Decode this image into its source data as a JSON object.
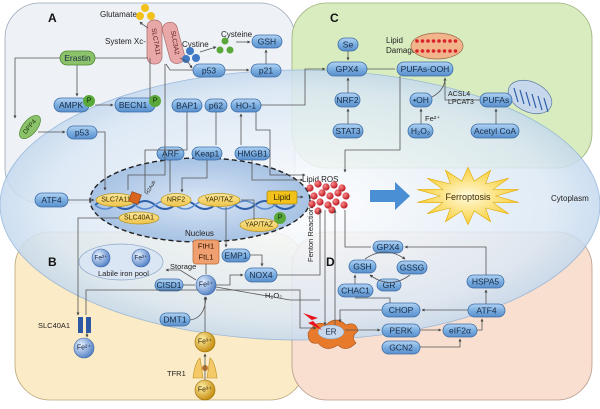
{
  "title": "Ferroptosis regulatory pathways",
  "panels": {
    "A": "A",
    "B": "B",
    "C": "C",
    "D": "D"
  },
  "regions": {
    "cytoplasm": "Cytoplasm",
    "nucleus": "Nucleus",
    "labile_iron_pool": "Labile iron pool",
    "storage": "Storage",
    "lipid_damage": "Lipid Damage",
    "lipid_ros": "Lipid ROS",
    "fenton_reaction": "Fenton Reaction",
    "ferroptosis": "Ferroptosis"
  },
  "panel_a": {
    "glutamate": "Glutamate",
    "system_xc": "System Xc-",
    "slc7a11": "SLC7A11",
    "slc3a2": "SLC3A2",
    "cystine": "Cystine",
    "cysteine": "Cysteine",
    "gsh": "GSH",
    "erastin": "Erastin",
    "ampk": "AMPK",
    "becn1": "BECN1",
    "p53_top": "p53",
    "p21": "p21",
    "bap1": "BAP1",
    "p62": "p62",
    "ho1": "HO-1",
    "dpp4": "DPP4",
    "p53": "p53",
    "arf": "ARF",
    "keap1": "Keap1",
    "hmgb1": "HMGB1",
    "phospho": "P"
  },
  "nucleus": {
    "atf4": "ATF4",
    "slc7a11": "SLC7A11",
    "h2aub": "H2Aub",
    "nrf2": "NRF2",
    "yap_taz": "YAP/TAZ",
    "slc40a1": "SLC40A1",
    "yap_taz_p": "YAP/TAZ",
    "lipid": "Lipid"
  },
  "panel_c": {
    "se": "Se",
    "gpx4": "GPX4",
    "pufas_ooh": "PUFAs-OOH",
    "nrf2": "NRF2",
    "stat3": "STAT3",
    "oh": "•OH",
    "fe2": "Fe²⁺",
    "h2o2": "H₂O₂",
    "acsl4": "ACSL4",
    "lpcat3": "LPCAT3",
    "pufas": "PUFAs",
    "acetyl_coa": "Acetyl CoA"
  },
  "panel_b": {
    "fe2_pool_1": "Fe²⁺",
    "fe2_pool_2": "Fe²⁺",
    "fth1": "FtH1",
    "ftl1": "FtL1",
    "emp1": "EMP1",
    "cisd1": "CISD1",
    "fe2_center": "Fe²⁺",
    "nox4": "NOX4",
    "h2o2": "H₂O₂",
    "dmt1": "DMT1",
    "fe3_inner": "Fe³⁺",
    "tfr1": "TFR1",
    "fe3_outer": "Fe³⁺",
    "slc40a1": "SLC40A1",
    "fe2_out": "Fe²⁺"
  },
  "panel_d": {
    "gpx4": "GPX4",
    "gsh": "GSH",
    "gssg": "GSSG",
    "gr": "GR",
    "chac1": "CHAC1",
    "chop": "CHOP",
    "er": "ER",
    "perk": "PERK",
    "gcn2": "GCN2",
    "eif2a": "eIF2α",
    "atf4": "ATF4",
    "hspa5": "HSPA5"
  },
  "colors": {
    "panel_a_bg": "#eef1f6",
    "panel_c_bg": "#d9ecbf",
    "panel_b_bg": "#fbebc6",
    "panel_d_bg": "#f8dfd0",
    "cell_blue": "#c4d8ee",
    "node_blue": "#7aaee0",
    "node_yellow": "#f5d264",
    "ros_red": "#d8232a",
    "ferroptosis_yellow": "#f7c719",
    "arrow_blue": "#4a8fd3",
    "phospho_green": "#5aa83a",
    "fth_orange": "#f0a070",
    "er_orange": "#e87a2c"
  }
}
